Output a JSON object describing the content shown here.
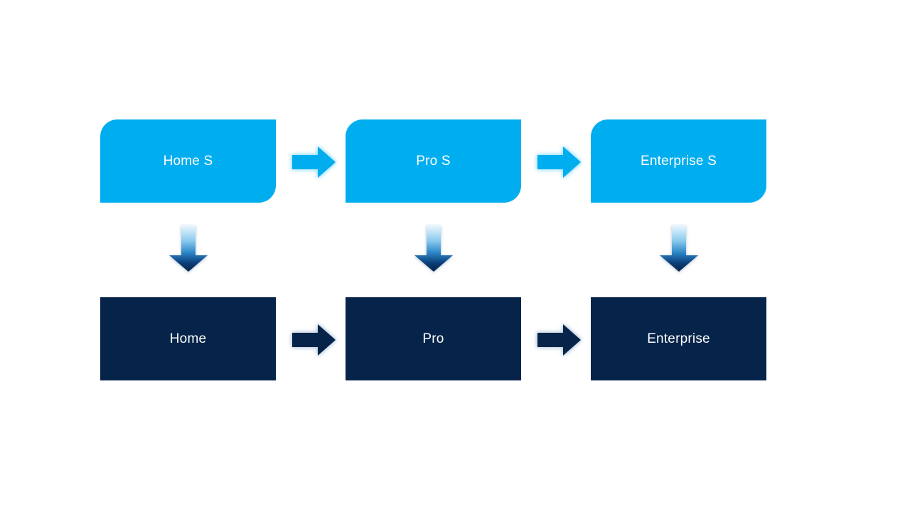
{
  "slide": {
    "background": "#FFFFFF",
    "columns": [
      {
        "top": {
          "label": "Home S"
        },
        "bottom": {
          "label": "Home"
        }
      },
      {
        "top": {
          "label": "Pro S"
        },
        "bottom": {
          "label": "Pro"
        }
      },
      {
        "top": {
          "label": "Enterprise S"
        },
        "bottom": {
          "label": "Enterprise"
        }
      }
    ],
    "colors": {
      "top_box_fill": "#00AEEF",
      "bottom_box_fill": "#062449",
      "box_text": "#FFFFFF",
      "top_arrow_fill": "#00AEEF",
      "top_arrow_glow": "#8FDCF9",
      "bottom_arrow_fill": "#062449",
      "bottom_arrow_glow": "#B3C4D8",
      "vertical_arrow_gradient": [
        "#EAF6FD",
        "#8CCBEE",
        "#2E86C8",
        "#0B3E79",
        "#062243"
      ]
    },
    "icons": {
      "top_row_connector": "arrow-right-icon",
      "bottom_row_connector": "arrow-right-icon",
      "column_connector": "arrow-down-icon"
    }
  }
}
